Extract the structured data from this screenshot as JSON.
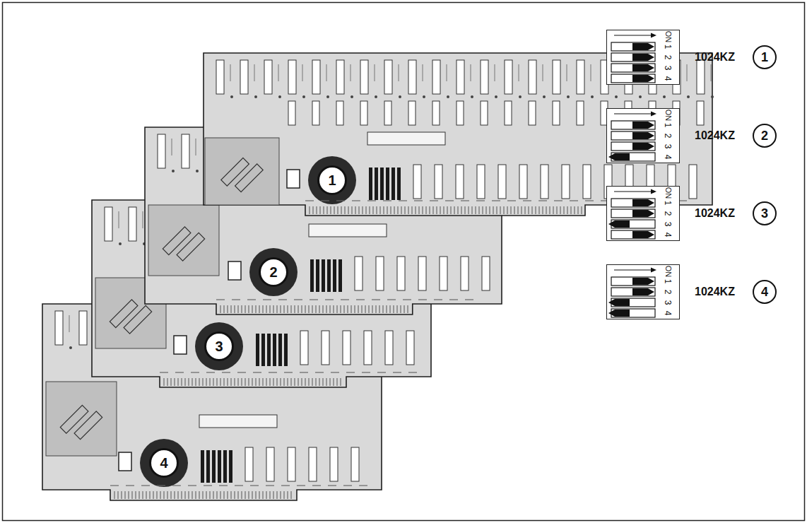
{
  "diagram": {
    "nodes": [
      {
        "text": [
          "1"
        ]
      },
      {
        "text": [
          "2"
        ]
      },
      {
        "text": [
          "3"
        ]
      },
      {
        "text": [
          "4"
        ]
      },
      {
        "text": [
          "ON",
          "1",
          "2",
          "3",
          "4"
        ]
      },
      {
        "text": [
          "1"
        ]
      },
      {
        "text": [
          "ON",
          "1",
          "2",
          "3",
          "4"
        ]
      },
      {
        "text": [
          "2"
        ]
      },
      {
        "text": [
          "ON",
          "1",
          "2",
          "3",
          "4"
        ]
      },
      {
        "text": [
          "3"
        ]
      },
      {
        "text": [
          "ON",
          "1",
          "2",
          "3",
          "4"
        ]
      },
      {
        "text": [
          "4"
        ]
      }
    ],
    "labels": [
      "1024KZ",
      "1024KZ",
      "1024KZ",
      "1024KZ"
    ]
  }
}
